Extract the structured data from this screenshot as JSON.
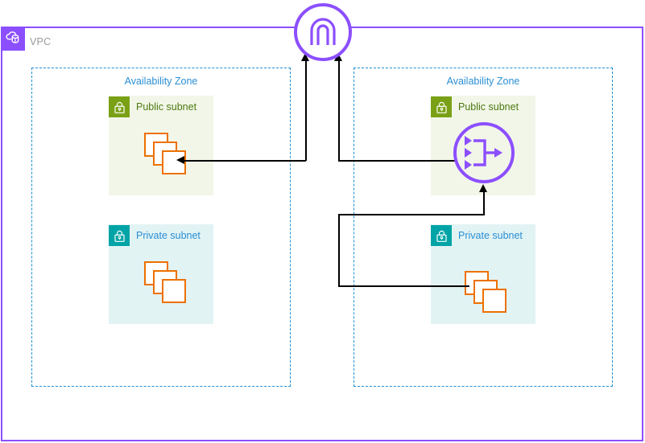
{
  "diagram": {
    "vpc": {
      "label": "VPC",
      "icon": "vpc-cloud-icon",
      "border_color": "#8C4FFF"
    },
    "internet_gateway": {
      "icon": "internet-gateway-icon",
      "color": "#8C4FFF"
    },
    "load_balancer": {
      "icon": "elastic-load-balancer-icon",
      "color": "#8C4FFF"
    },
    "availability_zones": [
      {
        "label": "Availability Zone"
      },
      {
        "label": "Availability Zone"
      }
    ],
    "subnets": [
      {
        "label": "Public subnet",
        "type": "public",
        "icon": "padlock-icon",
        "color": "#7AA116"
      },
      {
        "label": "Private subnet",
        "type": "private",
        "icon": "padlock-icon",
        "color": "#00A4A6"
      },
      {
        "label": "Public subnet",
        "type": "public",
        "icon": "padlock-icon",
        "color": "#7AA116"
      },
      {
        "label": "Private subnet",
        "type": "private",
        "icon": "padlock-icon",
        "color": "#00A4A6"
      }
    ],
    "instance_groups": [
      {
        "name": "instance-stack",
        "count": 3,
        "color": "#ED7100"
      },
      {
        "name": "instance-stack",
        "count": 3,
        "color": "#ED7100"
      },
      {
        "name": "instance-stack",
        "count": 3,
        "color": "#ED7100"
      }
    ]
  }
}
